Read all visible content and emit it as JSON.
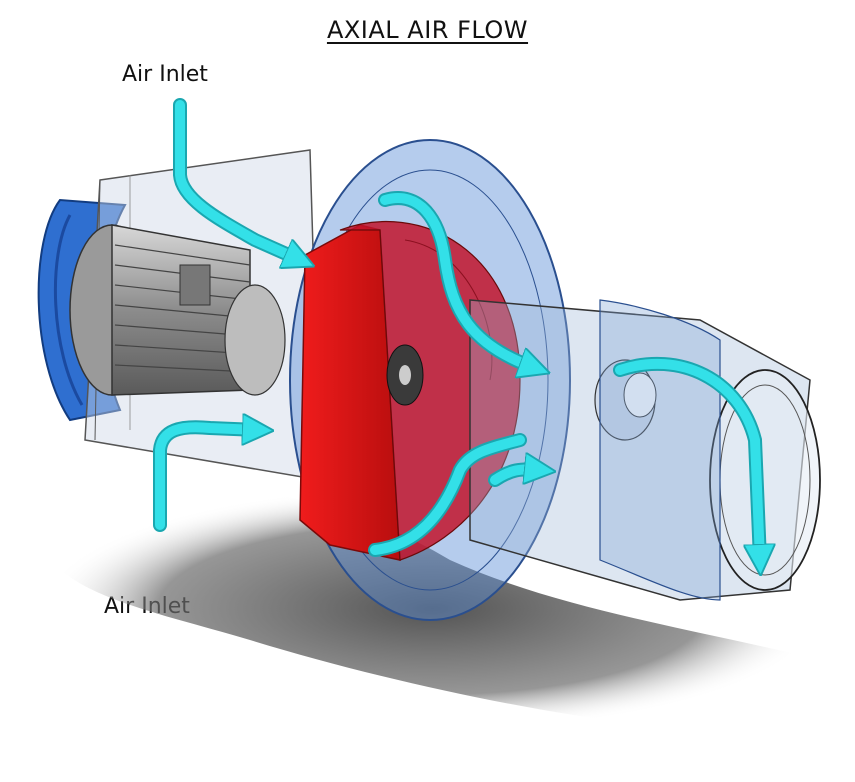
{
  "title": "AXIAL AIR FLOW",
  "labels": {
    "top_inlet": "Air Inlet",
    "bottom_inlet": "Air Inlet"
  },
  "colors": {
    "motor_housing_blue": "#2f6fd0",
    "transparent_shell_blue": "#5b8fd8",
    "impeller_red": "#e01616",
    "airflow_cyan": "#33e0e8",
    "shadow_gray": "#6e6e6e"
  }
}
